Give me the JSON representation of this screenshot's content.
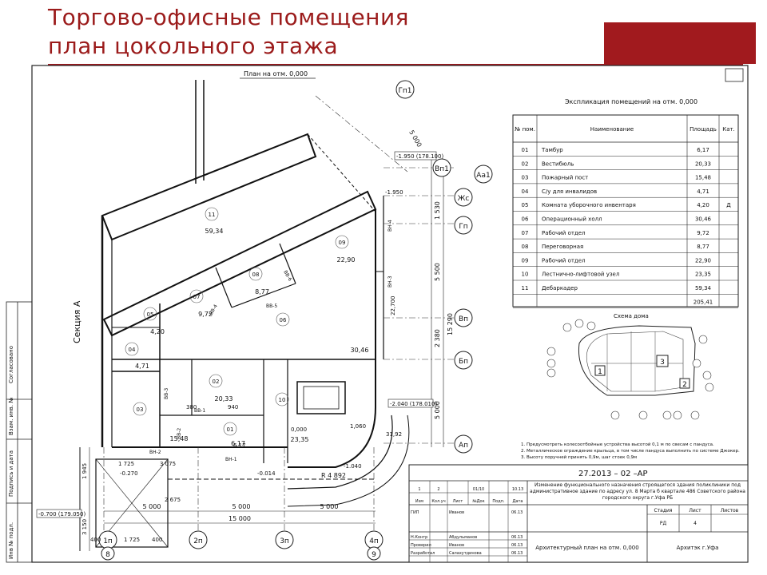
{
  "slide": {
    "title_line1": "Торгово-офисные помещения",
    "title_line2": "план цокольного этажа"
  },
  "plan": {
    "title": "План на отм. 0,000",
    "section_label": "Секция  А",
    "axes_right": [
      "Гп1",
      "Вп1",
      "Аа1",
      "Жс",
      "Гп",
      "Вп",
      "Бп",
      "Ап"
    ],
    "axes_bottom": [
      "1п",
      "2п",
      "3п",
      "4п"
    ],
    "circle_marks": [
      "8",
      "9"
    ],
    "dim_right": [
      "5 000",
      "1 530",
      "5 500",
      "15 290",
      "2 380",
      "5 000"
    ],
    "dim_bottom": [
      "5 000",
      "5 000",
      "5 000",
      "15 000"
    ],
    "dim_misc": [
      "1 725",
      "3 075",
      "2 675",
      "1 945",
      "3 150",
      "400",
      "1 725",
      "400",
      "6,17",
      "380",
      "940"
    ],
    "level_marks": [
      "-1.950 (178.100)",
      "-2.040 (178.010)",
      "-0.700 (179.050)",
      "-1.950",
      "-0.014",
      "-0.270",
      "-1.040",
      "0,000",
      "R 4 892"
    ],
    "wall_labels": [
      "ВВ-1",
      "ВВ-2",
      "ВВ-3",
      "ВВ-4",
      "ВВ-5",
      "ВВ-6",
      "ВН-1",
      "ВН-2",
      "ВН-3",
      "ВН-4",
      "1,060",
      "31,92",
      "22,700"
    ],
    "rooms": [
      {
        "num": "11",
        "area": "59,34"
      },
      {
        "num": "09",
        "area": "22,90"
      },
      {
        "num": "08",
        "area": "8,77"
      },
      {
        "num": "07",
        "area": "9,72"
      },
      {
        "num": "06",
        "area": "30,46"
      },
      {
        "num": "05",
        "area": "4,20"
      },
      {
        "num": "04",
        "area": "4,71"
      },
      {
        "num": "03",
        "area": "15,48"
      },
      {
        "num": "02",
        "area": "20,33"
      },
      {
        "num": "01",
        "area": "6,17"
      },
      {
        "num": "10",
        "area": "23,35"
      }
    ]
  },
  "explication": {
    "title": "Экспликация помещений на отм. 0,000",
    "headers": [
      "№ пом.",
      "Наименование",
      "Площадь",
      "Кат."
    ],
    "rows": [
      [
        "01",
        "Тамбур",
        "6,17",
        ""
      ],
      [
        "02",
        "Вестибюль",
        "20,33",
        ""
      ],
      [
        "03",
        "Пожарный пост",
        "15,48",
        ""
      ],
      [
        "04",
        "С/у для инвалидов",
        "4,71",
        ""
      ],
      [
        "05",
        "Комната уборочного инвентаря",
        "4,20",
        "Д"
      ],
      [
        "06",
        "Операционный холл",
        "30,46",
        ""
      ],
      [
        "07",
        "Рабочий отдел",
        "9,72",
        ""
      ],
      [
        "08",
        "Переговорная",
        "8,77",
        ""
      ],
      [
        "09",
        "Рабочий отдел",
        "22,90",
        ""
      ],
      [
        "10",
        "Лестнично-лифтовой узел",
        "23,35",
        ""
      ],
      [
        "11",
        "Дебаркадер",
        "59,34",
        ""
      ]
    ],
    "total": "205,41"
  },
  "scheme": {
    "title": "Схема дома",
    "labels": [
      "3",
      "2",
      "1"
    ]
  },
  "notes": [
    "1. Предусмотреть колесоотбойные устройства высотой 0,1 м по свесам с пандуса.",
    "2. Металлическое ограждение крыльца, в том числе пандуса выполнить по системе Джокер.",
    "3. Высоту поручней принять 0,9м, шаг стоек 0,9м"
  ],
  "stamp": {
    "code": "27.2013 – 02 –АР",
    "description": "Изменение функционального назначения строящегося здания поликлиники под административное здание по адресу ул. 8 Марта б квартале 486 Советского района городского округа г.Уфа РБ",
    "col_headers": [
      "Изм",
      "Кол.уч",
      "Лист",
      "№Док",
      "Подп.",
      "Дата"
    ],
    "top_row": [
      "1",
      "2",
      "",
      "01/10",
      "",
      "10.13"
    ],
    "stage_headers": [
      "Стадия",
      "Лист",
      "Листов"
    ],
    "stage_values": [
      "РД",
      "4",
      ""
    ],
    "people": [
      {
        "role": "ГИП",
        "name": "Иванов",
        "date": "06.13"
      },
      {
        "role": "Н.Контр",
        "name": "Абдульманов",
        "date": "06.13"
      },
      {
        "role": "Проверил",
        "name": "Иванов",
        "date": "06.13"
      },
      {
        "role": "Разработал",
        "name": "Салахутдинова",
        "date": "06.13"
      }
    ],
    "sheet_title": "Архитектурный план на отм. 0,000",
    "org": "Архитэк г.Уфа",
    "side_labels": [
      "Согласовано",
      "Взам. инв. №",
      "Подпись и дата",
      "Инв № подл."
    ]
  }
}
